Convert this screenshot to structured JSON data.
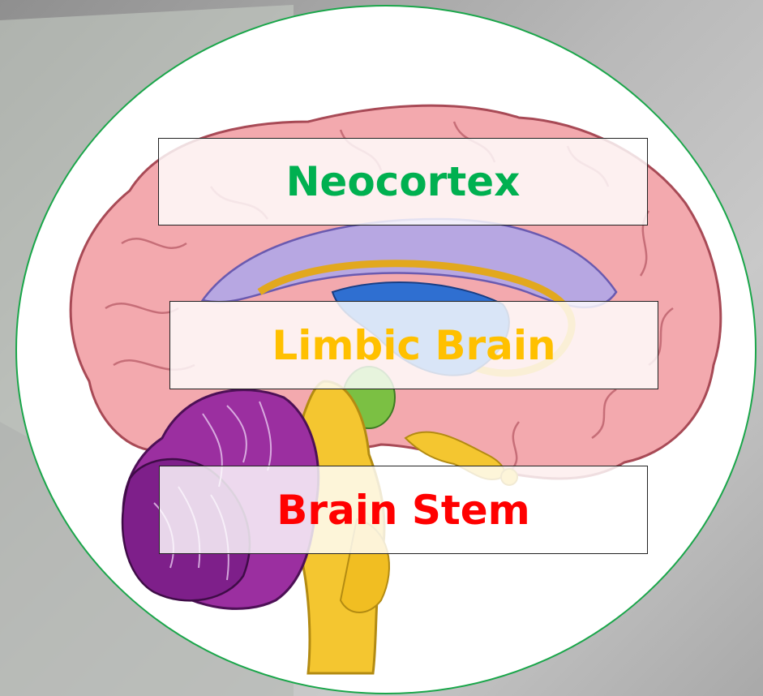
{
  "labels": {
    "neocortex": "Neocortex",
    "limbic": "Limbic Brain",
    "brain_stem": "Brain Stem"
  },
  "colors": {
    "neocortex": "#00b050",
    "limbic": "#ffc000",
    "brain_stem": "#ff0000",
    "circle_border": "#1aa64a"
  }
}
